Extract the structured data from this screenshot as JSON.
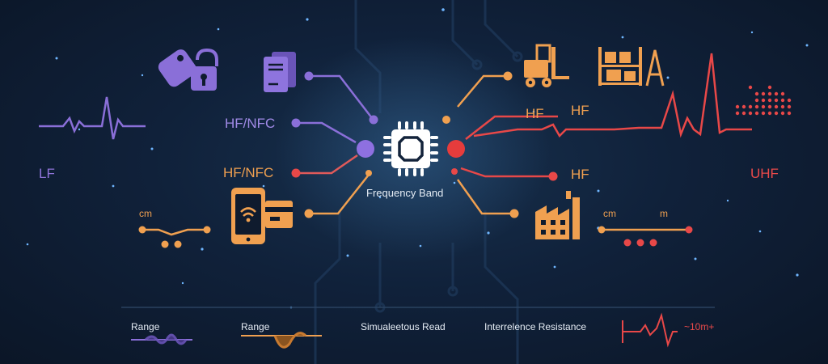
{
  "labels": {
    "lf": "LF",
    "uhf": "UHF",
    "hfnfc_top": "HF/NFC",
    "hfnfc_bottom": "HF/NFC",
    "hf_1": "HF",
    "hf_2": "HF",
    "hf_3": "HF",
    "center": "Frequency Band",
    "cm_left": "cm",
    "cm_right": "cm",
    "m_right": "m"
  },
  "legend": {
    "range_1": "Range",
    "range_2": "Range",
    "simultaneous": "Simualeetous Read",
    "interference": "Interrelence Resistance",
    "distance": "~10m+"
  },
  "colors": {
    "lf": "#7b5fd0",
    "hf": "#f0a050",
    "uhf": "#e63c3c",
    "chip": "#ffffff",
    "background": "#0f1b2e"
  },
  "icons": [
    "key-tag-lock-icon",
    "card-stack-icon",
    "phone-nfc-icon",
    "payment-card-icon",
    "forklift-icon",
    "warehouse-shelf-icon",
    "factory-icon",
    "chip-icon"
  ]
}
